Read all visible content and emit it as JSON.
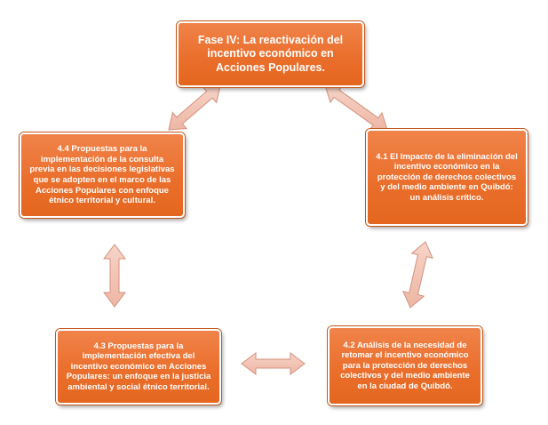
{
  "nodes": {
    "top": "Fase IV: La reactivación del incentivo económico en Acciones Populares.",
    "left": "4.4 Propuestas para la implementación de la consulta previa en las decisiones legislativas que se adopten en el marco de las Acciones Populares con enfoque étnico territorial y cultural.",
    "right": "4.1 El Impacto de la eliminación del incentivo económico en la protección de derechos colectivos y del medio ambiente en Quibdó: un análisis crítico.",
    "bottom_left": "4.3 Propuestas para la implementación efectiva del incentivo económico en Acciones Populares: un enfoque en la justicia ambiental y social étnico territorial.",
    "bottom_right": "4.2 Análisis de la necesidad de retomar el incentivo económico para la protección de derechos colectivos y del medio ambiente en la ciudad de Quibdó."
  },
  "colors": {
    "box_fill": "#ea6f2c",
    "arrow_fill": "#f2c4b5",
    "arrow_stroke": "#d4907c"
  }
}
